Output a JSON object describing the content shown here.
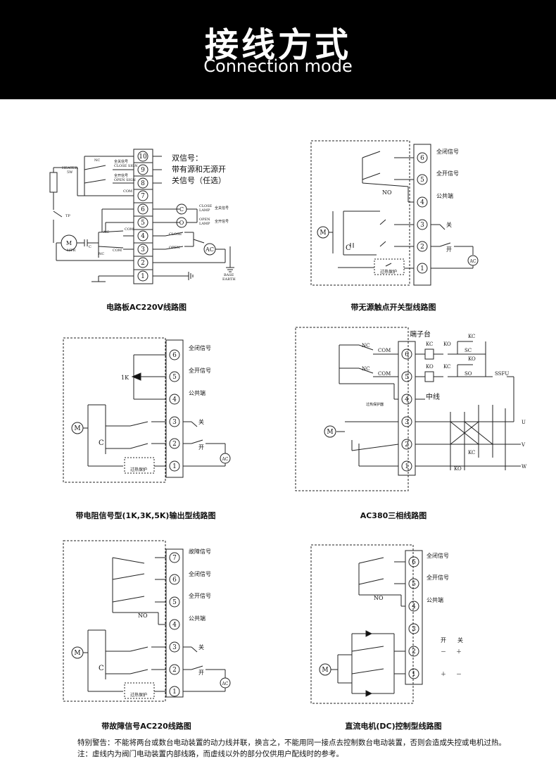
{
  "header": {
    "title_zh": "接线方式",
    "title_en": "Connection mode"
  },
  "captions": {
    "d1": "电路板AC220V线路图",
    "d2": "带无源触点开关型线路图",
    "d3": "带电阻信号型(1K,3K,5K)输出型线路图",
    "d4": "AC380三相线路图",
    "d5": "带故障信号AC220线路图",
    "d6": "直流电机(DC)控制型线路图"
  },
  "notes": {
    "warning": "特别警告：不能将两台或数台电动装置的动力线并联，换言之，不能用同一接点去控制数台电动装置，否则会造成失控或电机过热。",
    "note": "注：虚线内为阀门电动装置内部线路，而虚线以外的部分仅供用户配线时的参考。"
  },
  "d1": {
    "terminals": [
      "10",
      "9",
      "8",
      "7",
      "6",
      "5",
      "4",
      "3",
      "2",
      "1"
    ],
    "signal_note_1": "双信号：",
    "signal_note_2": "带有源和无源开",
    "signal_note_3": "关信号（任选）",
    "heater_1": "HEATER",
    "heater_2": "5W",
    "tp": "TP",
    "motor": "M",
    "mtr": "MTR",
    "cap": "C",
    "nc": "NC",
    "com": "COM",
    "close_sign_zh": "全关信号",
    "close_sign": "CLOSE SIGN",
    "open_sign_zh": "全开信号",
    "open_sign": "OPEN SIGN",
    "close_lamp_1": "CLOSE",
    "close_lamp_2": "LAMP",
    "close_lamp_zh": "全关信号",
    "open_lamp_1": "OPEN",
    "open_lamp_2": "LAMP",
    "open_lamp_zh": "全开信号",
    "lamp_c": "C",
    "lamp_o": "O",
    "close": "CLOSE",
    "open": "OPEN",
    "ac": "AC",
    "base": "BASE",
    "earth": "EARTH"
  },
  "d2": {
    "terminals": [
      "6",
      "5",
      "4",
      "3",
      "2",
      "1"
    ],
    "full_close": "全闭信号",
    "full_open": "全开信号",
    "common": "公共端",
    "no": "NO",
    "close": "关",
    "open": "开",
    "ac": "AC",
    "motor": "M",
    "cap": "C",
    "protect": "过热保护"
  },
  "d3": {
    "terminals": [
      "6",
      "5",
      "4",
      "3",
      "2",
      "1"
    ],
    "full_close": "全闭信号",
    "full_open": "全开信号",
    "common": "公共端",
    "resistor": "1K",
    "close": "关",
    "open": "开",
    "ac": "AC",
    "motor": "M",
    "cap": "C",
    "protect": "过热保护"
  },
  "d4": {
    "terminals": [
      "6",
      "5",
      "4",
      "3",
      "2",
      "1"
    ],
    "block": "端子台",
    "neutral": "中线",
    "nc": "NC",
    "com": "COM",
    "kc": "KC",
    "ko": "KO",
    "sc": "SC",
    "so": "SO",
    "ssfu": "SSFU",
    "u": "U",
    "v": "V",
    "w": "W",
    "protect": "过热保护器",
    "motor": "M"
  },
  "d5": {
    "terminals": [
      "7",
      "6",
      "5",
      "4",
      "3",
      "2",
      "1"
    ],
    "fault": "故障信号",
    "full_close": "全闭信号",
    "full_open": "全开信号",
    "common": "公共端",
    "no": "NO",
    "close": "关",
    "open": "开",
    "ac": "AC",
    "motor": "M",
    "cap": "C",
    "protect": "过热保护"
  },
  "d6": {
    "terminals": [
      "6",
      "5",
      "4",
      "3",
      "2",
      "1"
    ],
    "full_close": "全闭信号",
    "full_open": "全开信号",
    "common": "公共端",
    "no": "NO",
    "open": "开",
    "close": "关",
    "t2_open_sign": "－",
    "t2_close_sign": "＋",
    "t1_open_sign": "＋",
    "t1_close_sign": "－",
    "motor": "M"
  }
}
